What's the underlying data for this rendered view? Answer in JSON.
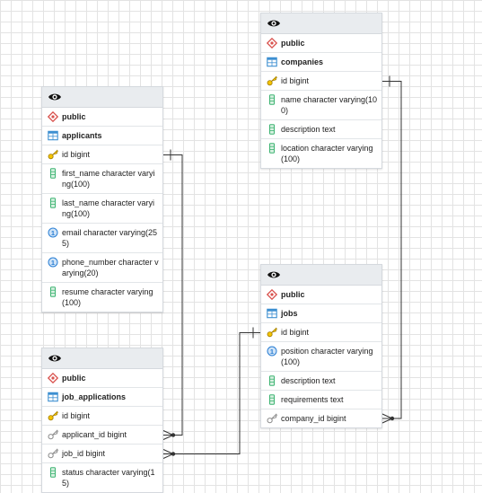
{
  "tables": [
    {
      "key": "applicants",
      "schema": "public",
      "name": "applicants",
      "columns": [
        {
          "text": "id bigint",
          "icon": "key-icon"
        },
        {
          "text": "first_name character varying(100)",
          "icon": "column-icon"
        },
        {
          "text": "last_name character varying(100)",
          "icon": "column-icon"
        },
        {
          "text": "email character varying(255)",
          "icon": "unique-icon"
        },
        {
          "text": "phone_number character varying(20)",
          "icon": "unique-icon"
        },
        {
          "text": "resume character varying(100)",
          "icon": "column-icon"
        }
      ]
    },
    {
      "key": "companies",
      "schema": "public",
      "name": "companies",
      "columns": [
        {
          "text": "id bigint",
          "icon": "key-icon"
        },
        {
          "text": "name character varying(100)",
          "icon": "column-icon"
        },
        {
          "text": "description text",
          "icon": "column-icon"
        },
        {
          "text": "location character varying(100)",
          "icon": "column-icon"
        }
      ]
    },
    {
      "key": "jobs",
      "schema": "public",
      "name": "jobs",
      "columns": [
        {
          "text": "id bigint",
          "icon": "key-icon"
        },
        {
          "text": "position character varying(100)",
          "icon": "unique-icon"
        },
        {
          "text": "description text",
          "icon": "column-icon"
        },
        {
          "text": "requirements text",
          "icon": "column-icon"
        },
        {
          "text": "company_id bigint",
          "icon": "foreign-key-icon"
        }
      ]
    },
    {
      "key": "job_applications",
      "schema": "public",
      "name": "job_applications",
      "columns": [
        {
          "text": "id bigint",
          "icon": "key-icon"
        },
        {
          "text": "applicant_id bigint",
          "icon": "foreign-key-icon"
        },
        {
          "text": "job_id bigint",
          "icon": "foreign-key-icon"
        },
        {
          "text": "status character varying(15)",
          "icon": "column-icon"
        }
      ]
    }
  ],
  "relationships": [
    {
      "from": "job_applications.applicant_id",
      "to": "applicants.id",
      "cardinality": "many-to-one"
    },
    {
      "from": "job_applications.job_id",
      "to": "jobs.id",
      "cardinality": "many-to-one"
    },
    {
      "from": "jobs.company_id",
      "to": "companies.id",
      "cardinality": "many-to-one"
    }
  ],
  "colors": {
    "schema_icon": "#d9534f",
    "table_icon": "#3d8fd1",
    "key_icon": "#e0b000",
    "column_icon": "#3cb371",
    "unique_icon": "#2a7fd4",
    "foreign_key_icon": "#8a8a8a",
    "edge": "#333333"
  }
}
